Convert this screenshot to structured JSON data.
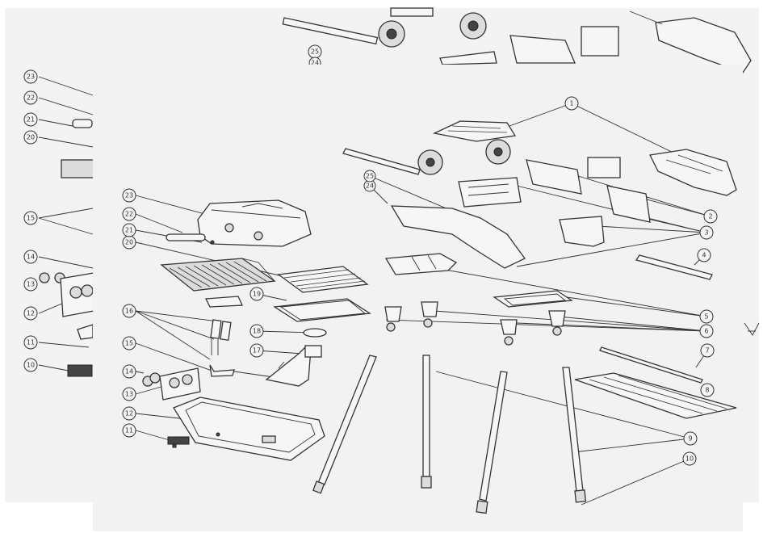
{
  "front_labels": {
    "l1": "1",
    "l2": "2",
    "l3": "3",
    "l4": "4",
    "l5": "5",
    "l6": "6",
    "l7": "7",
    "l8": "8",
    "l9": "9",
    "l10": "10",
    "l11": "11",
    "l12": "12",
    "l13": "13",
    "l14": "14",
    "l15": "15",
    "l16": "16",
    "l17": "17",
    "l18": "18",
    "l19": "19",
    "l20": "20",
    "l21": "21",
    "l22": "22",
    "l23": "23",
    "l24": "24",
    "l25": "25"
  },
  "back_labels": {
    "b10": "10",
    "b11": "11",
    "b12": "12",
    "b13": "13",
    "b14": "14",
    "b15": "15",
    "b20": "20",
    "b21": "21",
    "b22": "22",
    "b23": "23",
    "b24": "24",
    "b25": "25"
  }
}
